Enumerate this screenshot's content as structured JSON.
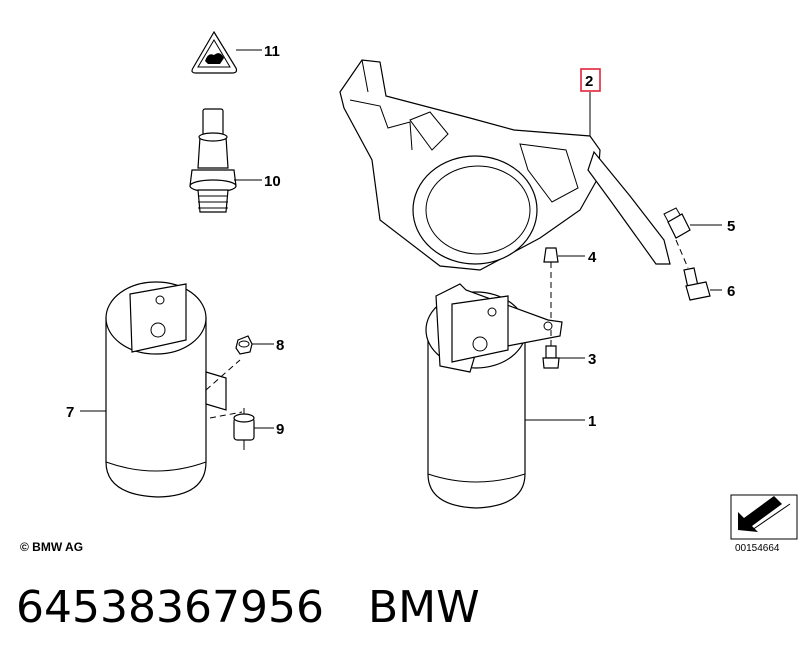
{
  "callouts": {
    "c1": "1",
    "c2": "2",
    "c3": "3",
    "c4": "4",
    "c5": "5",
    "c6": "6",
    "c7": "7",
    "c8": "8",
    "c9": "9",
    "c10": "10",
    "c11": "11"
  },
  "copyright": "© BMW AG",
  "reference_code": "00154664",
  "footer": {
    "part_number": "64538367956",
    "brand": "BMW"
  },
  "colors": {
    "highlight": "#e0243a",
    "line": "#000000",
    "background": "#ffffff"
  }
}
